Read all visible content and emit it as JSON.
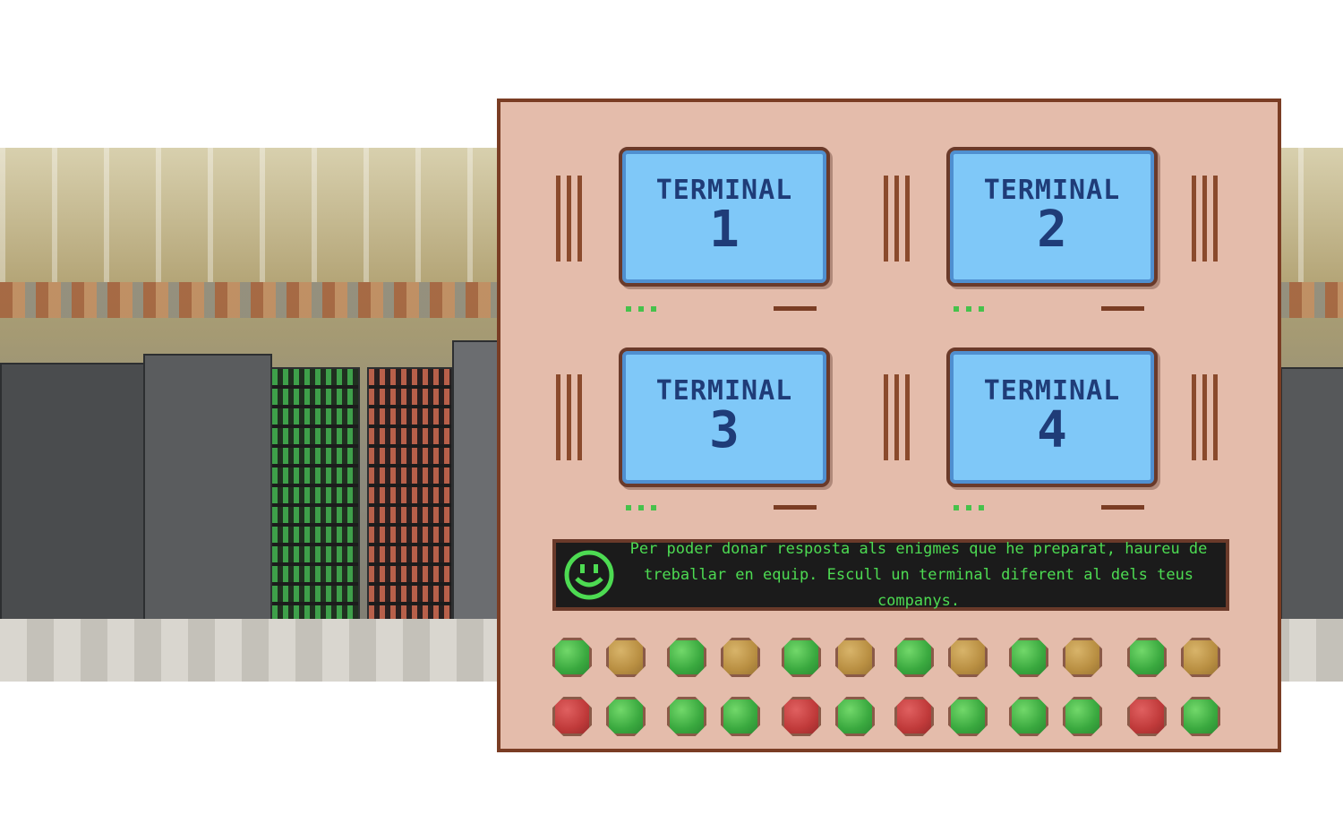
{
  "terminals": [
    {
      "label": "TERMINAL",
      "number": "1"
    },
    {
      "label": "TERMINAL",
      "number": "2"
    },
    {
      "label": "TERMINAL",
      "number": "3"
    },
    {
      "label": "TERMINAL",
      "number": "4"
    }
  ],
  "message": {
    "line1": "Per poder donar resposta als enigmes que he preparat, haureu de",
    "line2": "treballar en equip. Escull un terminal diferent al dels teus companys."
  },
  "colors": {
    "panel": "#e4bcab",
    "panel_border": "#7a3d24",
    "screen": "#7fc8f8",
    "message_text": "#4ddb52",
    "led_green": "#3aa93f",
    "led_gold": "#b98f42",
    "led_red": "#c03a3a"
  },
  "button_rows": [
    [
      "green",
      "gold",
      "green",
      "gold",
      "green",
      "gold",
      "green",
      "gold",
      "green",
      "gold",
      "green",
      "gold"
    ],
    [
      "red",
      "green",
      "green",
      "green",
      "red",
      "green",
      "red",
      "green",
      "green",
      "green",
      "red",
      "green"
    ]
  ]
}
